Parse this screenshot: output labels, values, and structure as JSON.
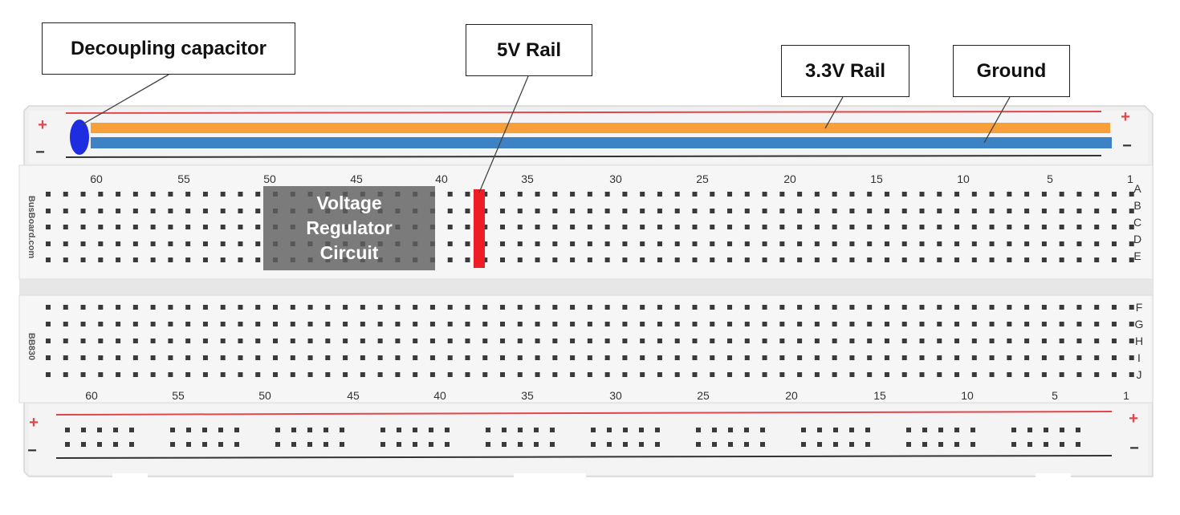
{
  "labels": {
    "decoupling": "Decoupling capacitor",
    "rail5v": "5V Rail",
    "rail33": "3.3V Rail",
    "ground": "Ground",
    "vreg": "Voltage\nRegulator\nCircuit"
  },
  "board": {
    "brand": "BusBoard.com",
    "model": "BB830",
    "plus": "+",
    "minus": "−",
    "rows_top": [
      "A",
      "B",
      "C",
      "D",
      "E"
    ],
    "rows_bottom": [
      "F",
      "G",
      "H",
      "I",
      "J"
    ],
    "col_labels": [
      "60",
      "55",
      "50",
      "45",
      "40",
      "35",
      "30",
      "25",
      "20",
      "15",
      "10",
      "5",
      "1"
    ]
  },
  "colors": {
    "rail_red": "#e0474c",
    "rail_black": "#333333",
    "wire_orange": "#f7a03a",
    "wire_blue": "#3d82c4",
    "marker_red": "#ee1c25",
    "capacitor_blue": "#1f2de0"
  }
}
